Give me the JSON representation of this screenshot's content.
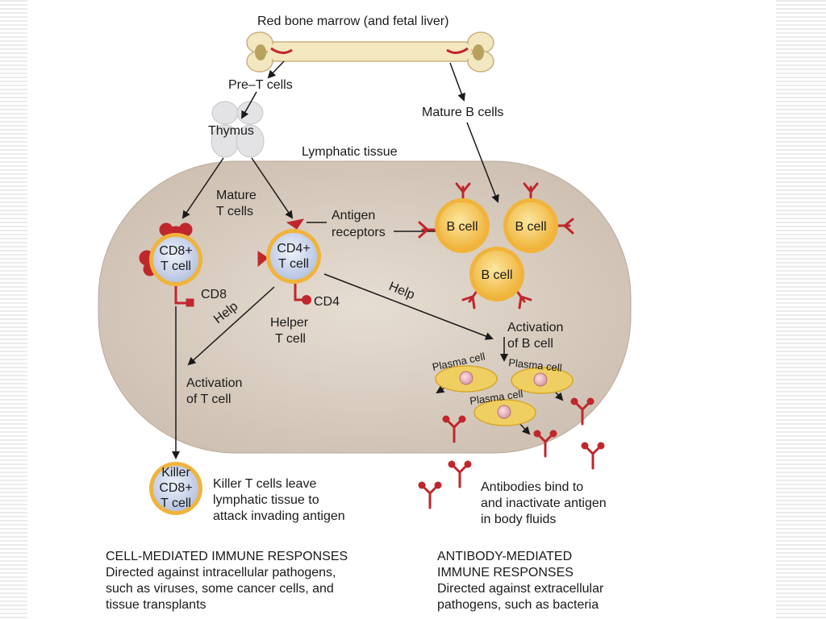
{
  "labels": {
    "bone_marrow": "Red bone marrow (and fetal liver)",
    "pre_t_cells": "Pre–T cells",
    "thymus": "Thymus",
    "mature_b_cells": "Mature B cells",
    "lymphatic_tissue": "Lymphatic tissue",
    "mature_t_cells_1": "Mature",
    "mature_t_cells_2": "T cells",
    "antigen_receptors_1": "Antigen",
    "antigen_receptors_2": "receptors",
    "cd8_cell_1": "CD8+",
    "cd8_cell_2": "T cell",
    "cd4_cell_1": "CD4+",
    "cd4_cell_2": "T cell",
    "cd8": "CD8",
    "cd4": "CD4",
    "help_left": "Help",
    "help_right": "Help",
    "helper_t_cell_1": "Helper",
    "helper_t_cell_2": "T cell",
    "activation_t_1": "Activation",
    "activation_t_2": "of T cell",
    "b_cell": "B cell",
    "activation_b_1": "Activation",
    "activation_b_2": "of B cell",
    "plasma_cell": "Plasma cell",
    "killer_1": "Killer",
    "killer_2": "CD8+",
    "killer_3": "T cell",
    "killer_desc_1": "Killer T cells leave",
    "killer_desc_2": "lymphatic tissue to",
    "killer_desc_3": "attack invading antigen",
    "antibody_desc_1": "Antibodies bind to",
    "antibody_desc_2": "and  inactivate antigen",
    "antibody_desc_3": "in body fluids"
  },
  "footer": {
    "cell_mediated": {
      "title": "CELL-MEDIATED IMMUNE RESPONSES",
      "desc_1": "Directed against intracellular pathogens,",
      "desc_2": "such as viruses, some cancer cells, and",
      "desc_3": "tissue transplants"
    },
    "antibody_mediated": {
      "title_1": "ANTIBODY-MEDIATED",
      "title_2": "IMMUNE RESPONSES",
      "desc_1": "Directed against extracellular",
      "desc_2": "pathogens, such as bacteria"
    }
  },
  "colors": {
    "tissue_fill": "#d9cec2",
    "cell_ring": "#f0b43c",
    "t_cell_core": "#c9d4ea",
    "b_cell_core": "#f4c640",
    "plasma_fill": "#f0cf62",
    "antigen_red": "#c0272d",
    "bone": "#f3e7bf"
  }
}
